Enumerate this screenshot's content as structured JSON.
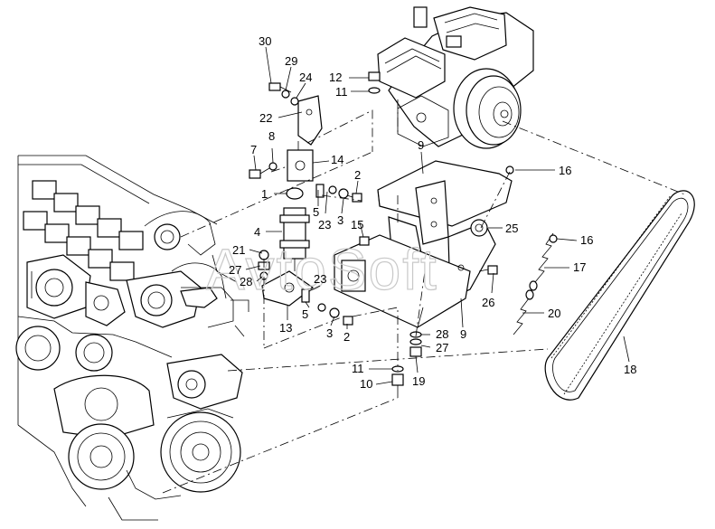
{
  "watermark": "AvtoSoft",
  "callouts": {
    "c30": "30",
    "c29": "29",
    "c24": "24",
    "c22": "22",
    "c12": "12",
    "c11a": "11",
    "c8": "8",
    "c7": "7",
    "c14": "14",
    "c9a": "9",
    "c16a": "16",
    "c2a": "2",
    "c1": "1",
    "c5a": "5",
    "c23a": "23",
    "c3a": "3",
    "c15": "15",
    "c25": "25",
    "c4": "4",
    "c21": "21",
    "c27a": "27",
    "c28a": "28",
    "c16b": "16",
    "c17": "17",
    "c26": "26",
    "c23b": "23",
    "c20": "20",
    "c5b": "5",
    "c13": "13",
    "c9b": "9",
    "c3b": "3",
    "c2b": "2",
    "c28b": "28",
    "c27b": "27",
    "c11b": "11",
    "c19": "19",
    "c10": "10",
    "c18": "18"
  }
}
